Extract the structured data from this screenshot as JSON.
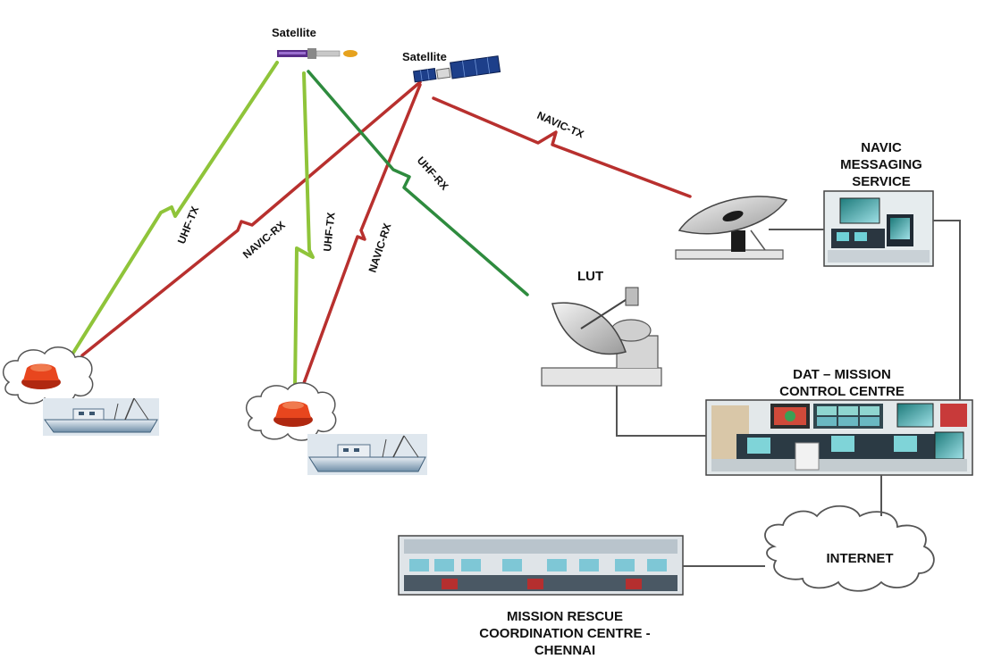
{
  "satellites": {
    "left": "Satellite",
    "right": "Satellite"
  },
  "links": {
    "uhf_tx_1": "UHF-TX",
    "navic_rx_1": "NAVIC-RX",
    "uhf_tx_2": "UHF-TX",
    "navic_rx_2": "NAVIC-RX",
    "uhf_rx": "UHF-RX",
    "navic_tx": "NAVIC-TX"
  },
  "nodes": {
    "lut": "LUT",
    "navic_service": [
      "NAVIC",
      "MESSAGING",
      "SERVICE"
    ],
    "dat_mcc": [
      "DAT – MISSION",
      "CONTROL CENTRE"
    ],
    "internet": "INTERNET",
    "mrcc": [
      "MISSION RESCUE",
      "COORDINATION CENTRE -",
      "CHENNAI"
    ]
  },
  "colors": {
    "uhf": "#8fc43a",
    "navic": "#b8302e",
    "uhf_rx": "#2e8b3e",
    "beacon": "#e0401c",
    "wire": "#555555"
  }
}
